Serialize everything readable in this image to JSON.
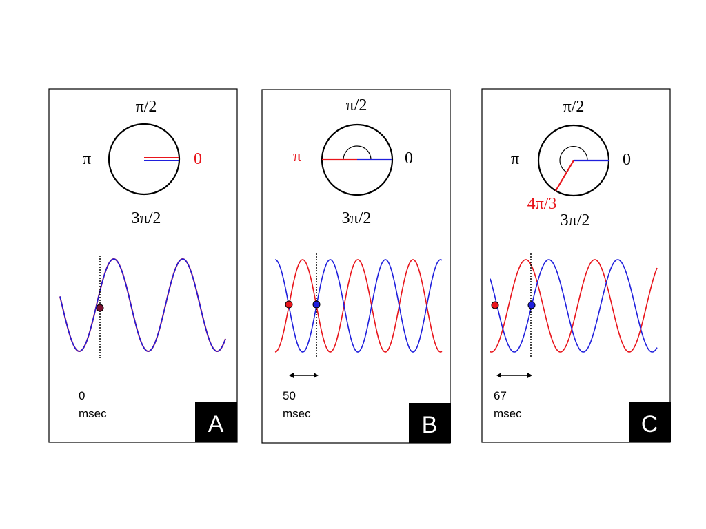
{
  "panels": [
    {
      "letter": "A",
      "label_top": "π/2",
      "label_left": "π",
      "label_right": "0",
      "label_bottom": "3π/2",
      "label_red_angle": "",
      "phase_offset": 0,
      "delay_value": "0",
      "delay_unit": "msec",
      "show_arrow": false
    },
    {
      "letter": "B",
      "label_top": "π/2",
      "label_left": "π",
      "label_right": "0",
      "label_bottom": "3π/2",
      "label_red_angle": "",
      "phase_offset": 3.14159265,
      "delay_value": "50",
      "delay_unit": "msec",
      "show_arrow": true
    },
    {
      "letter": "C",
      "label_top": "π/2",
      "label_left": "π",
      "label_right": "0",
      "label_bottom": "3π/2",
      "label_red_angle": "4π/3",
      "phase_offset": 4.1887902,
      "delay_value": "67",
      "delay_unit": "msec",
      "show_arrow": true
    }
  ],
  "colors": {
    "red": "#e8151b",
    "blue": "#1f1fdc",
    "black": "#000000",
    "label_bg": "#000000",
    "label_fg": "#ffffff"
  }
}
